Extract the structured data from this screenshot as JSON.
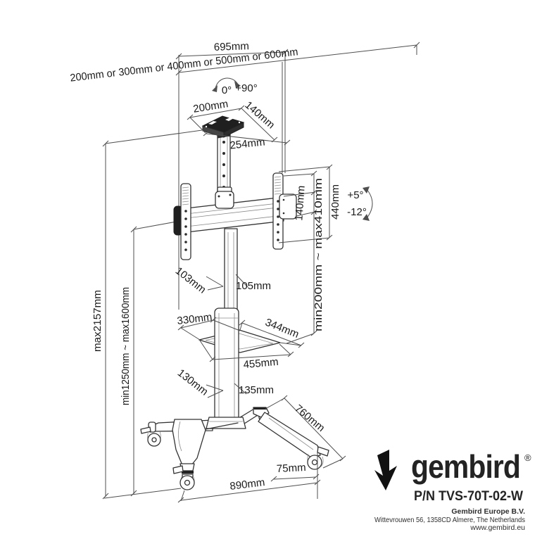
{
  "diagram": {
    "dims": {
      "total_width": "695mm",
      "vesa_width_options": "200mm or 300mm or 400mm or 500mm or 600mm",
      "rotation_from": "0°",
      "rotation_to": "+90°",
      "top_shelf_width": "200mm",
      "top_shelf_depth": "140mm",
      "top_shelf_diagonal": "254mm",
      "vesa_plate_height": "140mm",
      "vesa_height_range": "min200mm ~ max410mm",
      "bracket_height": "440mm",
      "tilt_up": "+5°",
      "tilt_down": "-12°",
      "max_total_height": "max2157mm",
      "screen_height_range": "min1250mm ~ max1600mm",
      "upper_column_depth": "103mm",
      "upper_column_width": "105mm",
      "shelf_side_a": "330mm",
      "shelf_side_b": "344mm",
      "shelf_total_width": "455mm",
      "lower_column_depth": "130mm",
      "lower_column_width": "135mm",
      "base_depth": "760mm",
      "caster_height": "75mm",
      "base_width": "890mm"
    },
    "brand": {
      "logo_text": "gembird",
      "registered": "®",
      "part_number": "P/N TVS-70T-02-W",
      "company": "Gembird Europe B.V.",
      "address": "Wittevrouwen 56, 1358CD Almere, The Netherlands",
      "website": "www.gembird.eu"
    }
  }
}
